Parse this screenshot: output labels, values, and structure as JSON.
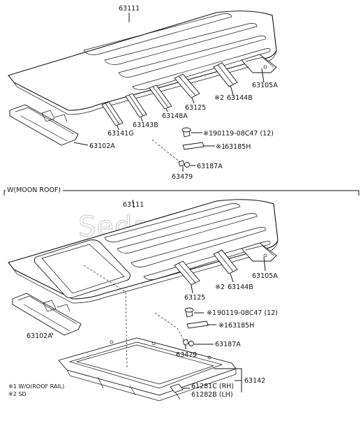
{
  "watermark": "SedanViet.vn",
  "upper": {
    "labels": {
      "roof_panel": "63111",
      "rear_rail": "63105A",
      "bow_144b": "63144B",
      "bow_125": "63125",
      "bow_148a": "63148A",
      "bow_143b": "63143B",
      "bow_141g": "63141G",
      "front_rail": "63102A",
      "bolt": "90119-08C47 (12)",
      "bolt_mark": "※1",
      "bracket": "63185H",
      "bracket_mark": "※1",
      "clip": "63187A",
      "grommet": "63479",
      "bow_144b_mark": "※2"
    }
  },
  "lower": {
    "section_title": "W(MOON ROOF)",
    "labels": {
      "roof_panel": "63111",
      "rear_rail": "63105A",
      "bow_144b": "63144B",
      "bow_144b_mark": "※2",
      "bow_125": "63125",
      "front_rail": "63102A",
      "bolt": "90119-08C47 (12)",
      "bolt_mark": "※1",
      "bracket": "63185H",
      "bracket_mark": "※1",
      "clip": "63187A",
      "grommet": "63479",
      "housing": "63142",
      "clip_rh": "61281C (RH)",
      "clip_lh": "61282B (LH)"
    }
  },
  "footnotes": [
    "※1 W/O(ROOF RAIL)",
    "※2 SD"
  ]
}
